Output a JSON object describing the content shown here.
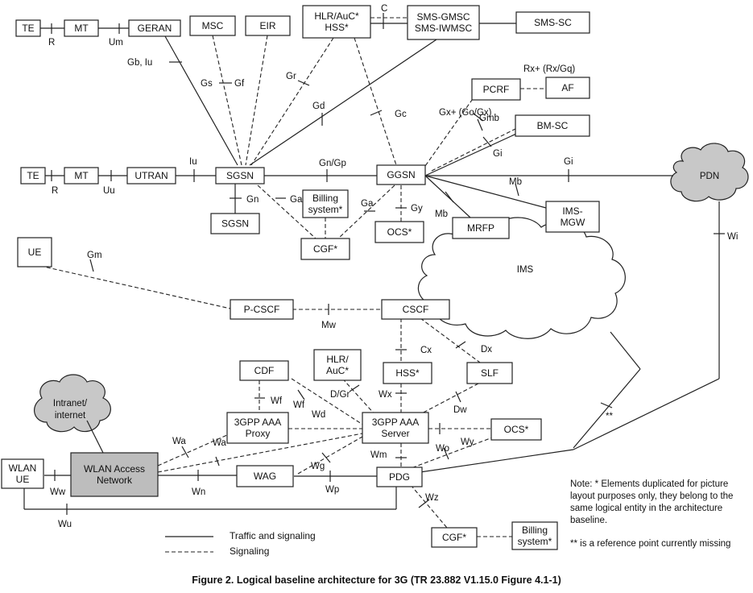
{
  "caption": "Figure 2. Logical baseline architecture for 3G (TR 23.882 V1.15.0 Figure 4.1-1)",
  "legend": {
    "solid": "Traffic and signaling",
    "dashed": "Signaling"
  },
  "notes": {
    "duplicates": "Note: * Elements duplicated for picture layout purposes only, they belong to the same logical entity in the architecture baseline.",
    "duplicates_lines": [
      "Note: * Elements duplicated for picture",
      "layout purposes only, they belong to the",
      "same logical entity in the architecture",
      "baseline."
    ],
    "missing": "** is a reference point currently missing"
  },
  "clouds": {
    "pdn": "PDN",
    "ims": "IMS",
    "intranet": [
      "Intranet/",
      "internet"
    ]
  },
  "nodes": [
    {
      "id": "te1",
      "lines": [
        "TE"
      ]
    },
    {
      "id": "mt1",
      "lines": [
        "MT"
      ]
    },
    {
      "id": "geran",
      "lines": [
        "GERAN"
      ]
    },
    {
      "id": "msc",
      "lines": [
        "MSC"
      ]
    },
    {
      "id": "eir",
      "lines": [
        "EIR"
      ]
    },
    {
      "id": "hlr1",
      "lines": [
        "HLR/AuC*",
        "HSS*"
      ]
    },
    {
      "id": "smsgmsc",
      "lines": [
        "SMS-GMSC",
        "SMS-IWMSC"
      ]
    },
    {
      "id": "smssc",
      "lines": [
        "SMS-SC"
      ]
    },
    {
      "id": "pcrf",
      "lines": [
        "PCRF"
      ]
    },
    {
      "id": "af",
      "lines": [
        "AF"
      ]
    },
    {
      "id": "bmsc",
      "lines": [
        "BM-SC"
      ]
    },
    {
      "id": "te2",
      "lines": [
        "TE"
      ]
    },
    {
      "id": "mt2",
      "lines": [
        "MT"
      ]
    },
    {
      "id": "utran",
      "lines": [
        "UTRAN"
      ]
    },
    {
      "id": "sgsn",
      "lines": [
        "SGSN"
      ]
    },
    {
      "id": "ggsn",
      "lines": [
        "GGSN"
      ]
    },
    {
      "id": "billing1",
      "lines": [
        "Billing",
        "system*"
      ]
    },
    {
      "id": "sgsn2",
      "lines": [
        "SGSN"
      ]
    },
    {
      "id": "cgf1",
      "lines": [
        "CGF*"
      ]
    },
    {
      "id": "ocs1",
      "lines": [
        "OCS*"
      ]
    },
    {
      "id": "mrfp",
      "lines": [
        "MRFP"
      ]
    },
    {
      "id": "imsmgw",
      "lines": [
        "IMS-",
        "MGW"
      ]
    },
    {
      "id": "ue",
      "lines": [
        "UE"
      ]
    },
    {
      "id": "pcscf",
      "lines": [
        "P-CSCF"
      ]
    },
    {
      "id": "cscf",
      "lines": [
        "CSCF"
      ]
    },
    {
      "id": "cdf",
      "lines": [
        "CDF"
      ]
    },
    {
      "id": "hlr2",
      "lines": [
        "HLR/",
        "AuC*"
      ]
    },
    {
      "id": "hss",
      "lines": [
        "HSS*"
      ]
    },
    {
      "id": "slf",
      "lines": [
        "SLF"
      ]
    },
    {
      "id": "aaaproxy",
      "lines": [
        "3GPP AAA",
        "Proxy"
      ]
    },
    {
      "id": "aaaserver",
      "lines": [
        "3GPP AAA",
        "Server"
      ]
    },
    {
      "id": "ocs2",
      "lines": [
        "OCS*"
      ]
    },
    {
      "id": "wlanue",
      "lines": [
        "WLAN",
        "UE"
      ]
    },
    {
      "id": "wlanan",
      "lines": [
        "WLAN Access",
        "Network"
      ]
    },
    {
      "id": "wag",
      "lines": [
        "WAG"
      ]
    },
    {
      "id": "pdg",
      "lines": [
        "PDG"
      ]
    },
    {
      "id": "cgf2",
      "lines": [
        "CGF*"
      ]
    },
    {
      "id": "billing2",
      "lines": [
        "Billing",
        "system*"
      ]
    }
  ],
  "ref_points": [
    "R",
    "Um",
    "C",
    "Gb, Iu",
    "Gs",
    "Gf",
    "Gr",
    "Gd",
    "Gc",
    "Rx+ (Rx/Gq)",
    "Gx+ (Go/Gx)",
    "Gmb",
    "Gi",
    "Gi",
    "Iu",
    "Gn/Gp",
    "R",
    "Uu",
    "Gn",
    "Ga",
    "Ga",
    "Gy",
    "Mb",
    "Mb",
    "Wi",
    "Gm",
    "Mw",
    "Cx",
    "Dx",
    "Wf",
    "Wf",
    "Wd",
    "D/Gr",
    "Wx",
    "Dw",
    "**",
    "Wa",
    "Wa",
    "Wo",
    "Wy",
    "Wm",
    "Wg",
    "Wp",
    "Wn",
    "Ww",
    "Wz",
    "Wu"
  ]
}
